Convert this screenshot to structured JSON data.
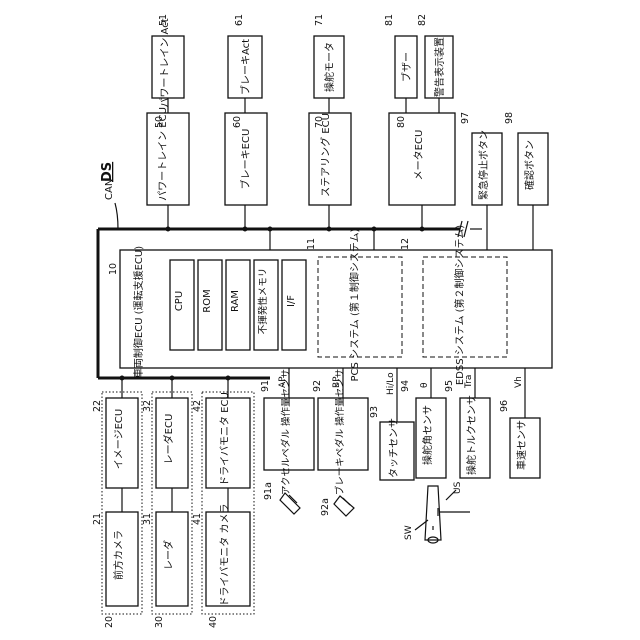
{
  "figure": {
    "label": "DS",
    "can_label": "CAN"
  },
  "top_boxes": [
    {
      "ref": "51",
      "text": "パワートレイン Act"
    },
    {
      "ref": "61",
      "text": "ブレーキAct"
    },
    {
      "ref": "71",
      "text": "操舵モータ"
    },
    {
      "ref": "81",
      "text": "ブザー"
    },
    {
      "ref": "82",
      "text": "警告表示装置"
    }
  ],
  "ecu_boxes": [
    {
      "ref": "50",
      "text": "パワートレイン ECU"
    },
    {
      "ref": "60",
      "text": "ブレーキECU"
    },
    {
      "ref": "70",
      "text": "ステアリング ECU"
    },
    {
      "ref": "80",
      "text": "メータECU"
    }
  ],
  "buttons": [
    {
      "ref": "97",
      "text": "緊急停止ボタン"
    },
    {
      "ref": "98",
      "text": "確認ボタン"
    }
  ],
  "main_ecu": {
    "ref": "10",
    "title": "車両制御ECU (運転支援ECU)",
    "components": [
      "CPU",
      "ROM",
      "RAM",
      "不揮発性メモリ",
      "I/F"
    ],
    "systems": [
      {
        "ref": "11",
        "text": "PCS システム (第１制御システム)"
      },
      {
        "ref": "12",
        "text": "EDSS システム (第２制御システム)"
      }
    ]
  },
  "camera_units": [
    {
      "ecu_ref": "22",
      "ecu_text": "イメージECU",
      "dev_ref": "21",
      "dev_text": "前方カメラ",
      "group_ref": "20"
    },
    {
      "ecu_ref": "32",
      "ecu_text": "レーダECU",
      "dev_ref": "31",
      "dev_text": "レーダ",
      "group_ref": "30"
    },
    {
      "ecu_ref": "42",
      "ecu_text": "ドライバモニタ ECU",
      "dev_ref": "41",
      "dev_text": "ドライバモニタ カメラ",
      "group_ref": "40"
    }
  ],
  "sensors": [
    {
      "ref": "91",
      "signal": "AP",
      "text": "アクセルペダル 操作量センサ",
      "sub_ref": "91a"
    },
    {
      "ref": "92",
      "signal": "BP",
      "text": "ブレーキペダル 操作量センサ",
      "sub_ref": "92a"
    },
    {
      "ref": "93",
      "signal": "Hi/Lo",
      "text": "タッチセンサ"
    },
    {
      "ref": "94",
      "signal": "θ",
      "text": "操舵角センサ"
    },
    {
      "ref": "95",
      "signal": "Tra",
      "text": "操舵トルクセンサ"
    },
    {
      "ref": "96",
      "signal": "Vh",
      "text": "車速センサ"
    }
  ],
  "steering": {
    "sw_label": "SW",
    "us_label": "US"
  }
}
